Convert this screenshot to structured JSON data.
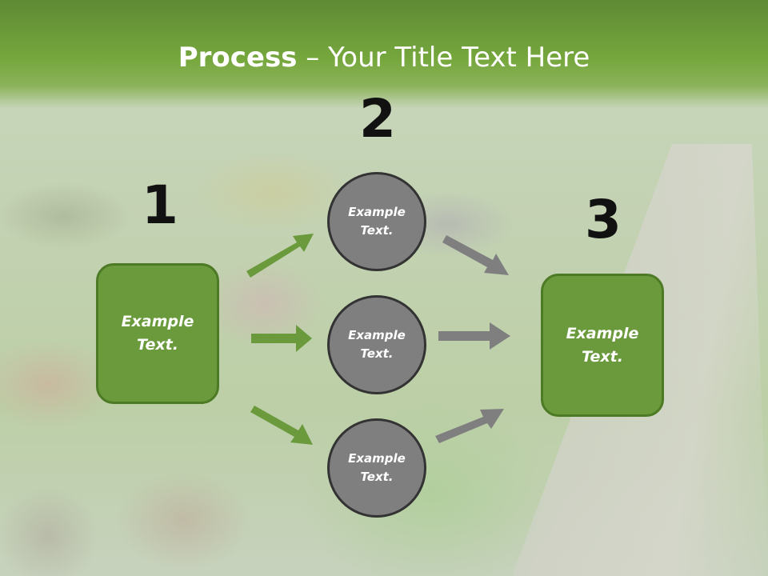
{
  "title": {
    "bold": "Process",
    "rest": " – Your Title Text Here"
  },
  "steps": [
    {
      "number": "1",
      "text": "Example\nText."
    },
    {
      "number": "2"
    },
    {
      "number": "3",
      "text": "Example\nText."
    }
  ],
  "circles": [
    {
      "text": "Example\nText."
    },
    {
      "text": "Example\nText."
    },
    {
      "text": "Example\nText."
    }
  ],
  "colors": {
    "accent_green": "#6a9a3c",
    "circle_gray": "#7f7f80",
    "arrow_green": "#6a9a3c",
    "arrow_gray": "#7f7f80"
  }
}
